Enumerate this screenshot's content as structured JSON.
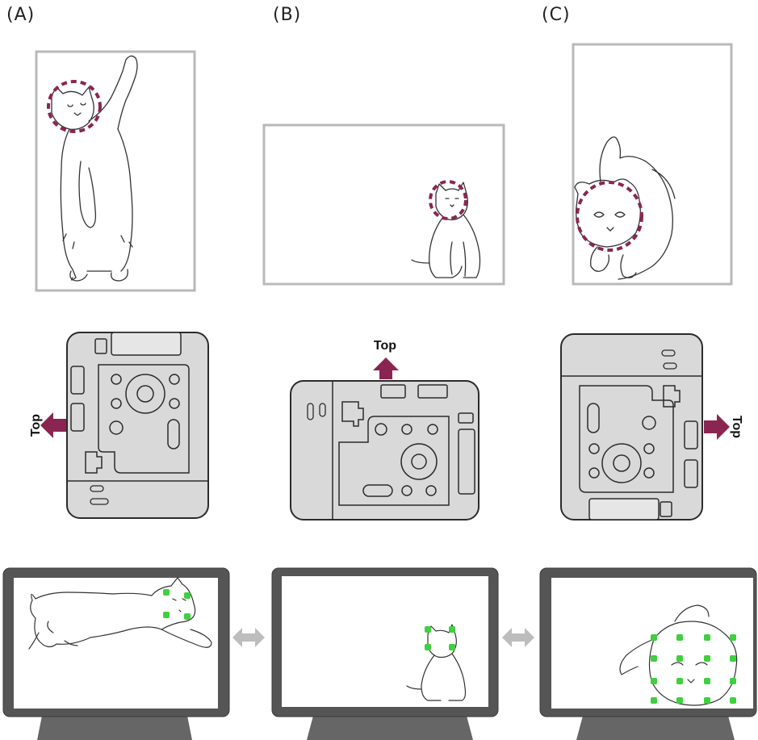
{
  "labels": {
    "a": "(A)",
    "b": "(B)",
    "c": "(C)"
  },
  "camera_top_text": "Top",
  "colors": {
    "frame": "#b9b9b9",
    "face_marker": "#8a2552",
    "arrow": "#8a2552",
    "camera_body": "#d9d9d9",
    "camera_outline": "#2b2b2b",
    "monitor_bezel": "#555555",
    "monitor_stand": "#666666",
    "focus_frame": "#3fcf3f",
    "swap_arrow": "#bdbdbd"
  },
  "icons": [
    "cat-illustration",
    "camera-body",
    "orientation-arrow",
    "monitor",
    "swap-arrow",
    "face-detection-frame"
  ]
}
